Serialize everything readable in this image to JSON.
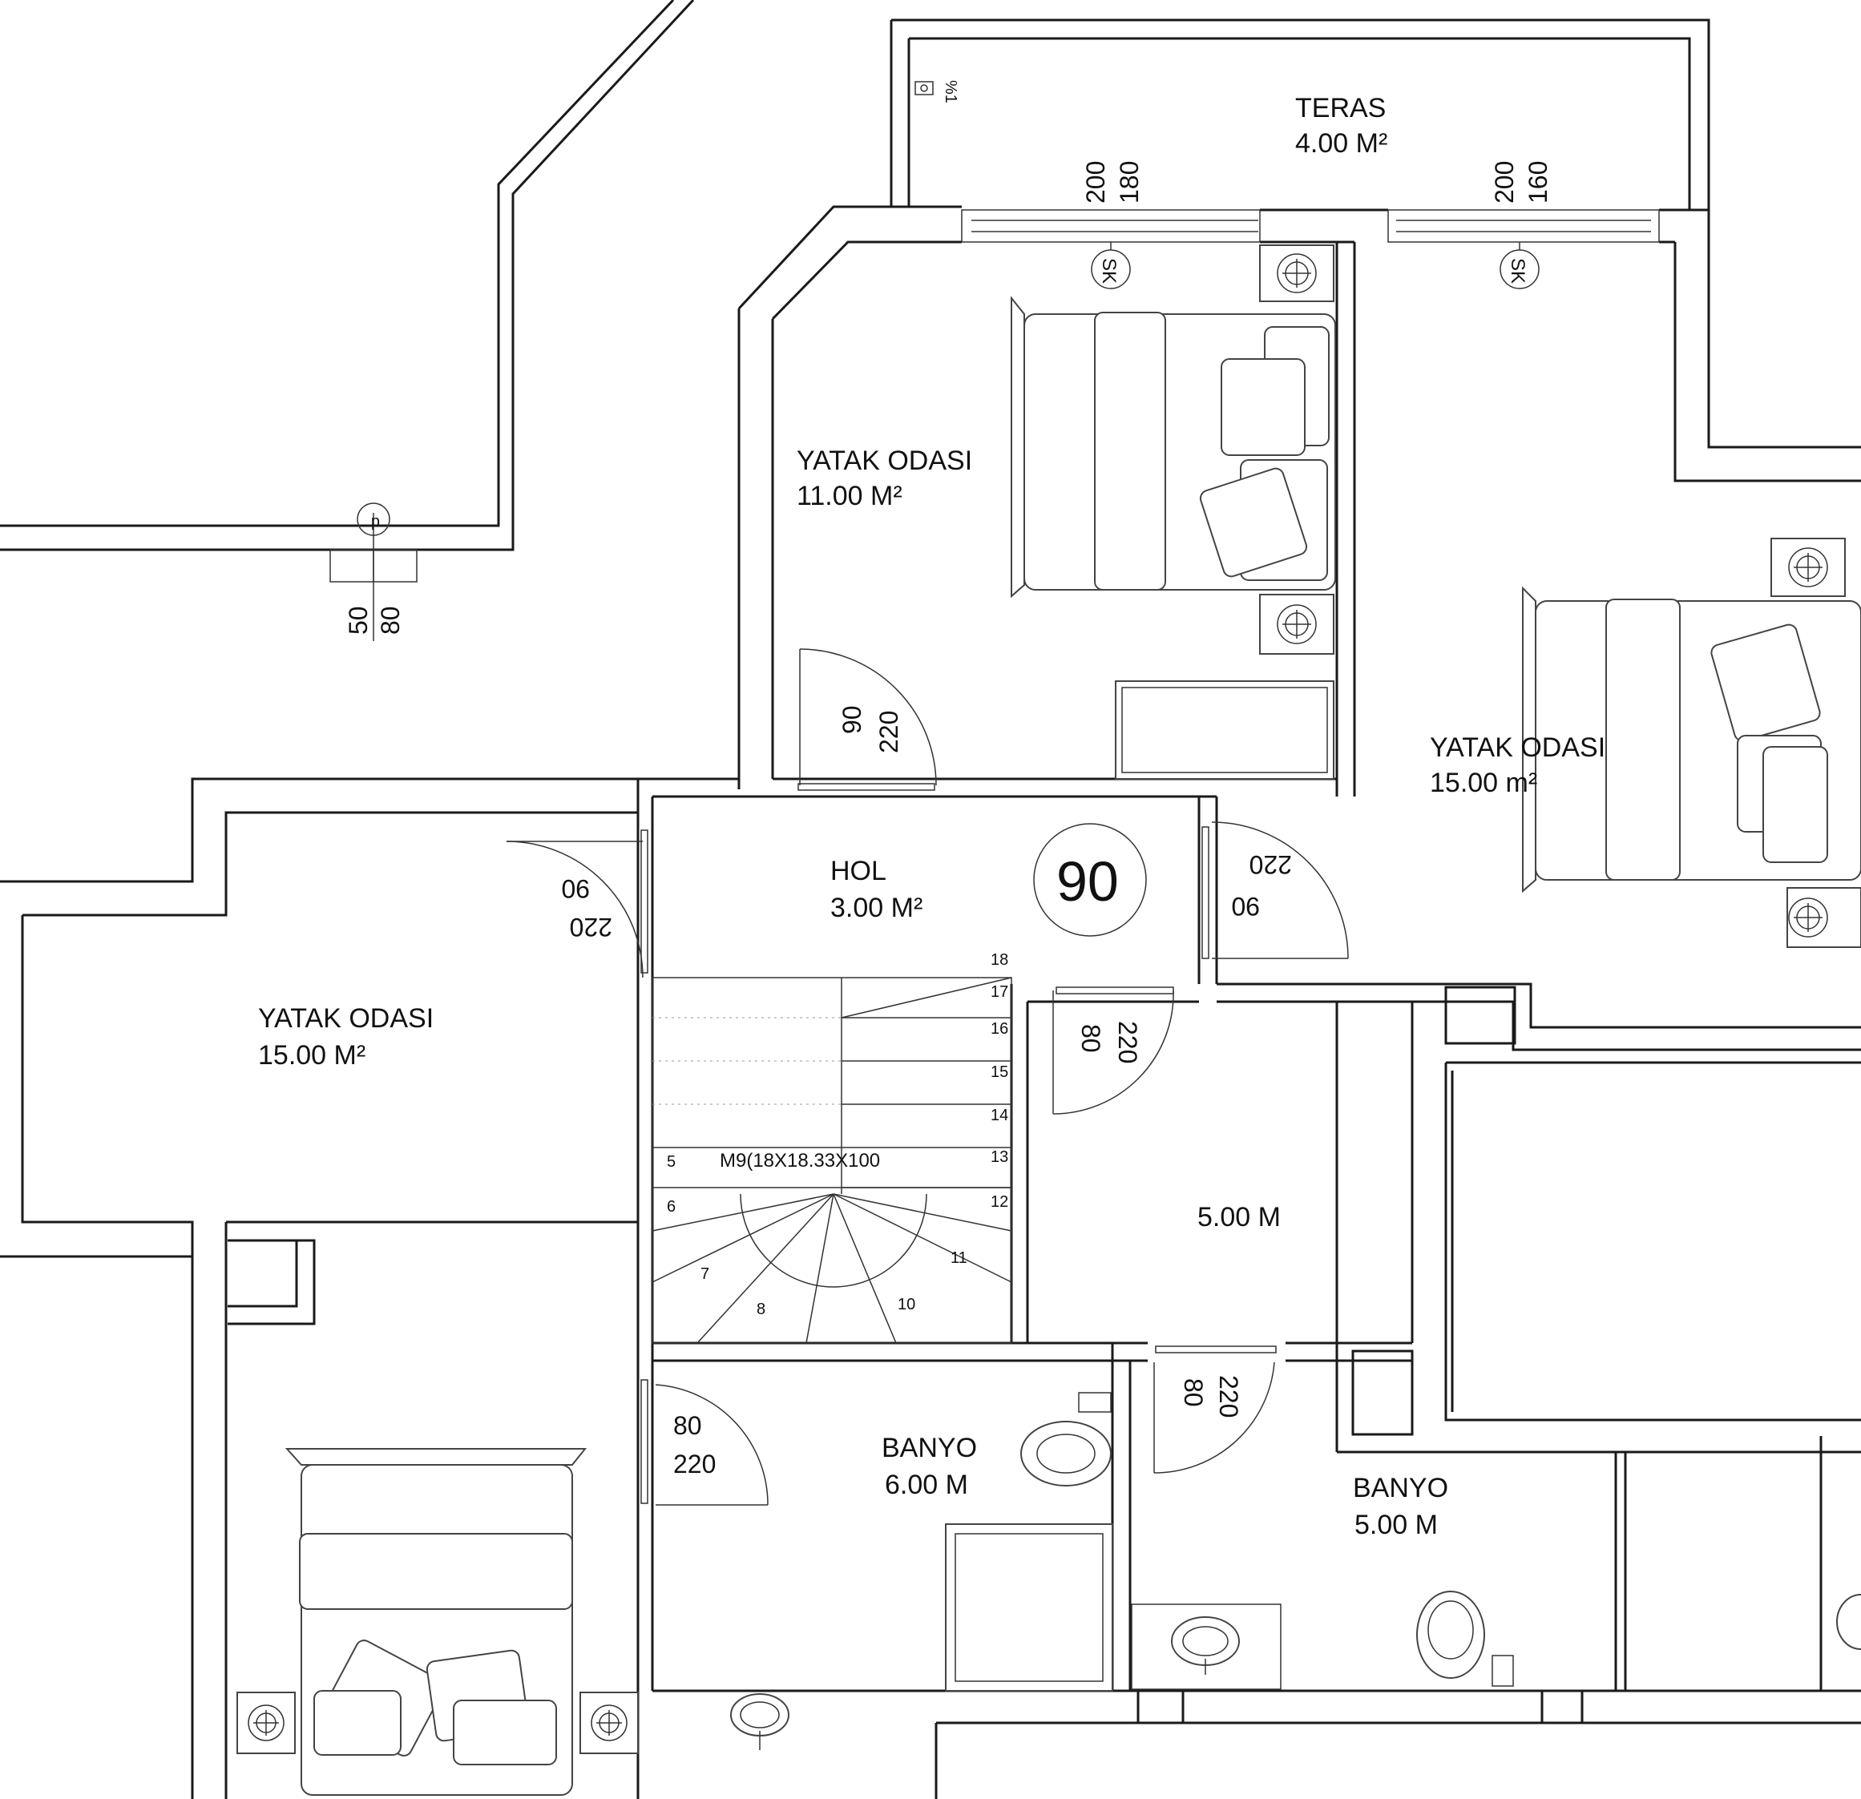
{
  "rooms": {
    "teras": {
      "name": "TERAS",
      "area": "4.00 M²"
    },
    "bedroom_top": {
      "name": "YATAK ODASI",
      "area": "11.00 M²"
    },
    "bedroom_right": {
      "name": "YATAK ODASI",
      "area": "15.00 m²"
    },
    "bedroom_left": {
      "name": "YATAK ODASI",
      "area": "15.00 M²"
    },
    "hol": {
      "name": "HOL",
      "area": "3.00 M²"
    },
    "room_center": {
      "area": "5.00 M"
    },
    "banyo_left": {
      "name": "BANYO",
      "area": "6.00 M"
    },
    "banyo_right": {
      "name": "BANYO",
      "area": "5.00 M"
    }
  },
  "level_mark": "90",
  "stair_spec": "M9(18X18.33X100",
  "stair_steps": [
    "5",
    "6",
    "7",
    "8",
    "10",
    "11",
    "12",
    "13",
    "14",
    "15",
    "16",
    "17",
    "18"
  ],
  "symbols": {
    "sk": "SK",
    "drain": "d",
    "slope": "%1"
  },
  "window_dims": {
    "teras_left": {
      "w": "200",
      "h": "180"
    },
    "teras_right": {
      "w": "200",
      "h": "160"
    },
    "left_window": {
      "w": "50",
      "h": "80"
    }
  },
  "door_dims": {
    "bedroom_top": {
      "w": "90",
      "h": "220"
    },
    "bedroom_left": {
      "w": "90",
      "h": "220"
    },
    "bedroom_right": {
      "w": "90",
      "h": "220"
    },
    "center": {
      "w": "80",
      "h": "220"
    },
    "banyo_left": {
      "w": "80",
      "h": "220"
    },
    "banyo_right": {
      "w": "80",
      "h": "220"
    }
  }
}
